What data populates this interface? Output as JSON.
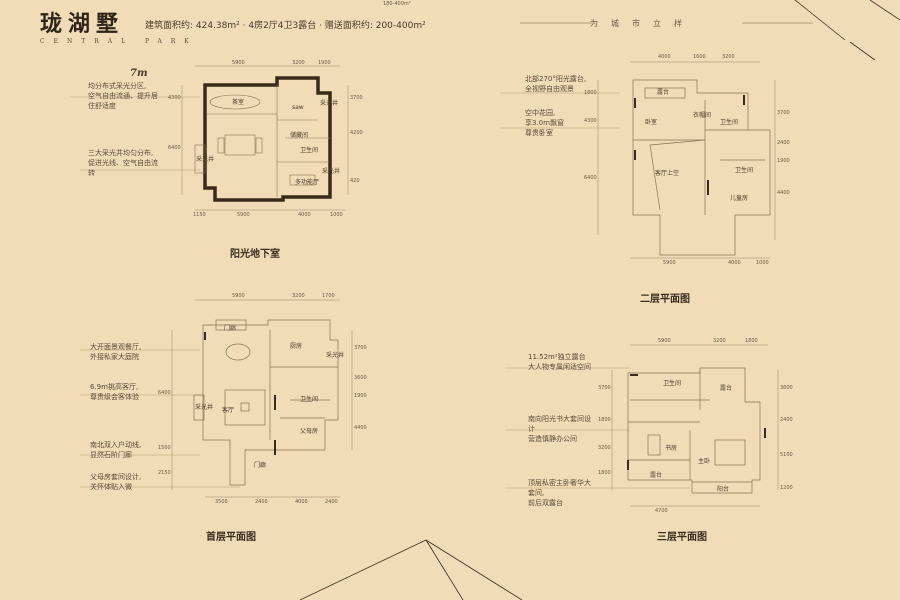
{
  "header": {
    "brand_cn": "珑湖墅",
    "brand_en": "CENTRAL PARK",
    "specs": "建筑面积约: 424.38m² · 4房2厅4卫3露台 · 赠送面积约: 200-400m²",
    "slogan": "为城市立样",
    "top_fragment": "180-400m²"
  },
  "basement": {
    "title": "阳光地下室",
    "note_heading": "7m",
    "note_1": "均分布式采光分区,\n空气自由流通、提升居住舒适度",
    "note_2": "三大采光井均匀分布,\n促进光线、空气自由流转",
    "rooms": [
      "茶室",
      "saw",
      "采光井",
      "储藏间",
      "卫生间",
      "多功能厅",
      "采光井",
      "采光井"
    ],
    "dims_top": [
      "5900",
      "3200",
      "1900"
    ],
    "dims_bottom": [
      "1150",
      "5900",
      "4000",
      "1000"
    ],
    "dims_side": [
      "4300",
      "6400",
      "3700",
      "4200",
      "420"
    ]
  },
  "floor1": {
    "title": "首层平面图",
    "notes": [
      "大开面景观餐厅,\n外接私家大庭院",
      "6.9m挑高客厅,\n尊贵级会客体验",
      "南北双入户动线,\n显然石阶门廊",
      "父母房套间设计,\n关怀体贴入微"
    ],
    "rooms": [
      "门廊",
      "厨房",
      "客厅",
      "卫生间",
      "父母房",
      "门廊",
      "采光井",
      "采光井"
    ],
    "dims_top": [
      "5900",
      "3200",
      "1700"
    ],
    "dims_bottom": [
      "3500",
      "2400",
      "4000",
      "2400"
    ],
    "dims_side": [
      "3700",
      "3600",
      "1900",
      "4400",
      "6400",
      "1500",
      "2150"
    ]
  },
  "floor2": {
    "title": "二层平面图",
    "notes": [
      "北部270°阳光露台,\n全视野自由观景",
      "空中花园,\n享3.0m飘窗\n尊贵卧室"
    ],
    "rooms": [
      "露台",
      "卧室",
      "衣帽间",
      "卫生间",
      "客厅上空",
      "卫生间",
      "儿童房"
    ],
    "dims_top": [
      "4000",
      "1600",
      "3200"
    ],
    "dims_bottom": [
      "5900",
      "4000",
      "1000"
    ],
    "dims_side": [
      "1800",
      "4300",
      "6400",
      "3700",
      "2400",
      "1900",
      "4400"
    ]
  },
  "floor3": {
    "title": "三层平面图",
    "notes": [
      "11.52m²独立露台\n大人物专属闲适空间",
      "南向阳光书大套间设计\n营造慎静办公间",
      "顶层私密主卧奢华大套间,\n前后双露台"
    ],
    "rooms": [
      "卫生间",
      "露台",
      "书房",
      "主卧",
      "露台",
      "阳台"
    ],
    "dims_top": [
      "5900",
      "3200",
      "1800"
    ],
    "dims_bottom": [
      "4700"
    ],
    "dims_side": [
      "3700",
      "1800",
      "3200",
      "1800",
      "3600",
      "2400",
      "5100",
      "1200"
    ]
  },
  "colors": {
    "background": "#f2dcb7",
    "wall": "#3a2a1c",
    "line": "#b79c78"
  }
}
